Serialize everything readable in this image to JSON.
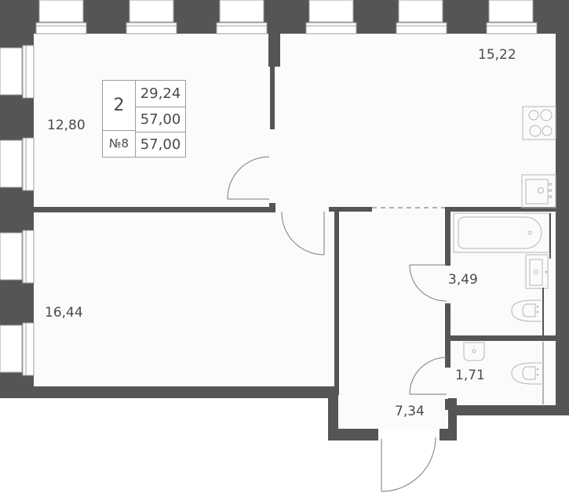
{
  "plan": {
    "colors": {
      "wall": "#555555",
      "floor": "#fbfbfb",
      "outside": "#ffffff",
      "fixture_line": "#b5b5b5",
      "door_line": "#7a7a7a",
      "text": "#4a4a4a"
    },
    "info_table": {
      "rooms_count": "2",
      "apartment_number": "№8",
      "living_area": "29,24",
      "total_area": "57,00",
      "total_area_with_balcony": "57,00"
    },
    "rooms": [
      {
        "id": "bedroom-1",
        "area": "12,80"
      },
      {
        "id": "kitchen-living",
        "area": "15,22"
      },
      {
        "id": "bedroom-2",
        "area": "16,44"
      },
      {
        "id": "bathroom",
        "area": "3,49"
      },
      {
        "id": "toilet",
        "area": "1,71"
      },
      {
        "id": "hallway",
        "area": "7,34"
      }
    ],
    "fixtures": [
      "stove-icon",
      "sink-icon",
      "bathtub-icon",
      "bathroom-sink-icon",
      "toilet-icon",
      "toilet-icon",
      "hand-basin-icon"
    ]
  }
}
